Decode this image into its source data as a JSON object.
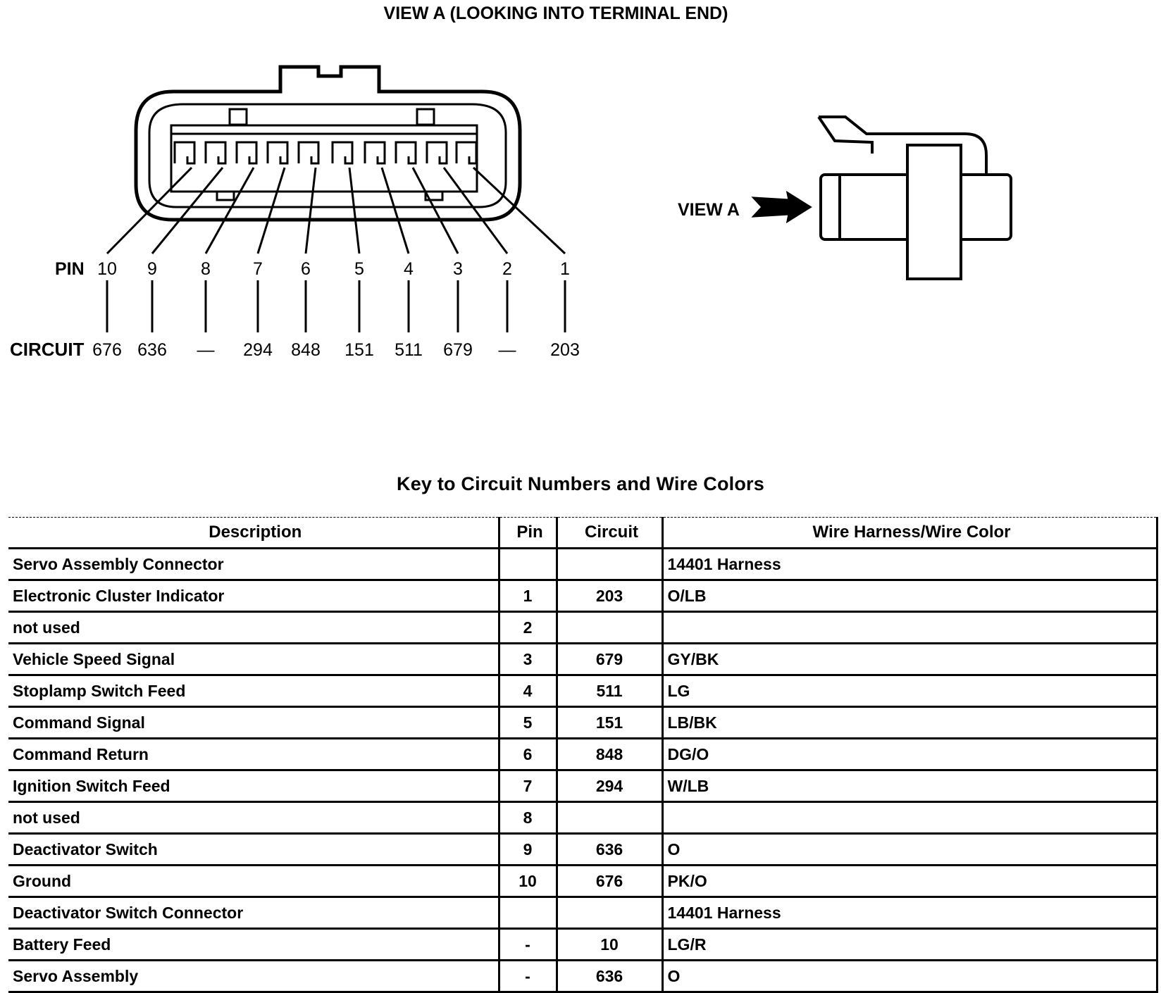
{
  "view_title": "VIEW A (LOOKING INTO TERMINAL END)",
  "view_label": "VIEW A",
  "pin_label": "PIN",
  "circuit_label": "CIRCUIT",
  "pins": [
    {
      "pin": "10",
      "circuit": "676"
    },
    {
      "pin": "9",
      "circuit": "636"
    },
    {
      "pin": "8",
      "circuit": "—"
    },
    {
      "pin": "7",
      "circuit": "294"
    },
    {
      "pin": "6",
      "circuit": "848"
    },
    {
      "pin": "5",
      "circuit": "151"
    },
    {
      "pin": "4",
      "circuit": "511"
    },
    {
      "pin": "3",
      "circuit": "679"
    },
    {
      "pin": "2",
      "circuit": "—"
    },
    {
      "pin": "1",
      "circuit": "203"
    }
  ],
  "key_title": "Key to Circuit Numbers and Wire Colors",
  "table": {
    "headers": {
      "description": "Description",
      "pin": "Pin",
      "circuit": "Circuit",
      "color": "Wire Harness/Wire Color"
    },
    "rows": [
      {
        "description": "Servo Assembly Connector",
        "pin": "",
        "circuit": "",
        "color": "14401 Harness"
      },
      {
        "description": "Electronic Cluster Indicator",
        "pin": "1",
        "circuit": "203",
        "color": "O/LB"
      },
      {
        "description": "not used",
        "pin": "2",
        "circuit": "",
        "color": ""
      },
      {
        "description": "Vehicle Speed Signal",
        "pin": "3",
        "circuit": "679",
        "color": "GY/BK"
      },
      {
        "description": "Stoplamp Switch Feed",
        "pin": "4",
        "circuit": "511",
        "color": "LG"
      },
      {
        "description": "Command Signal",
        "pin": "5",
        "circuit": "151",
        "color": "LB/BK"
      },
      {
        "description": "Command Return",
        "pin": "6",
        "circuit": "848",
        "color": "DG/O"
      },
      {
        "description": "Ignition Switch Feed",
        "pin": "7",
        "circuit": "294",
        "color": "W/LB"
      },
      {
        "description": "not used",
        "pin": "8",
        "circuit": "",
        "color": ""
      },
      {
        "description": "Deactivator Switch",
        "pin": "9",
        "circuit": "636",
        "color": "O"
      },
      {
        "description": "Ground",
        "pin": "10",
        "circuit": "676",
        "color": "PK/O"
      },
      {
        "description": "Deactivator Switch Connector",
        "pin": "",
        "circuit": "",
        "color": "14401 Harness"
      },
      {
        "description": "Battery Feed",
        "pin": "-",
        "circuit": "10",
        "color": "LG/R"
      },
      {
        "description": "Servo Assembly",
        "pin": "-",
        "circuit": "636",
        "color": "O"
      }
    ]
  }
}
